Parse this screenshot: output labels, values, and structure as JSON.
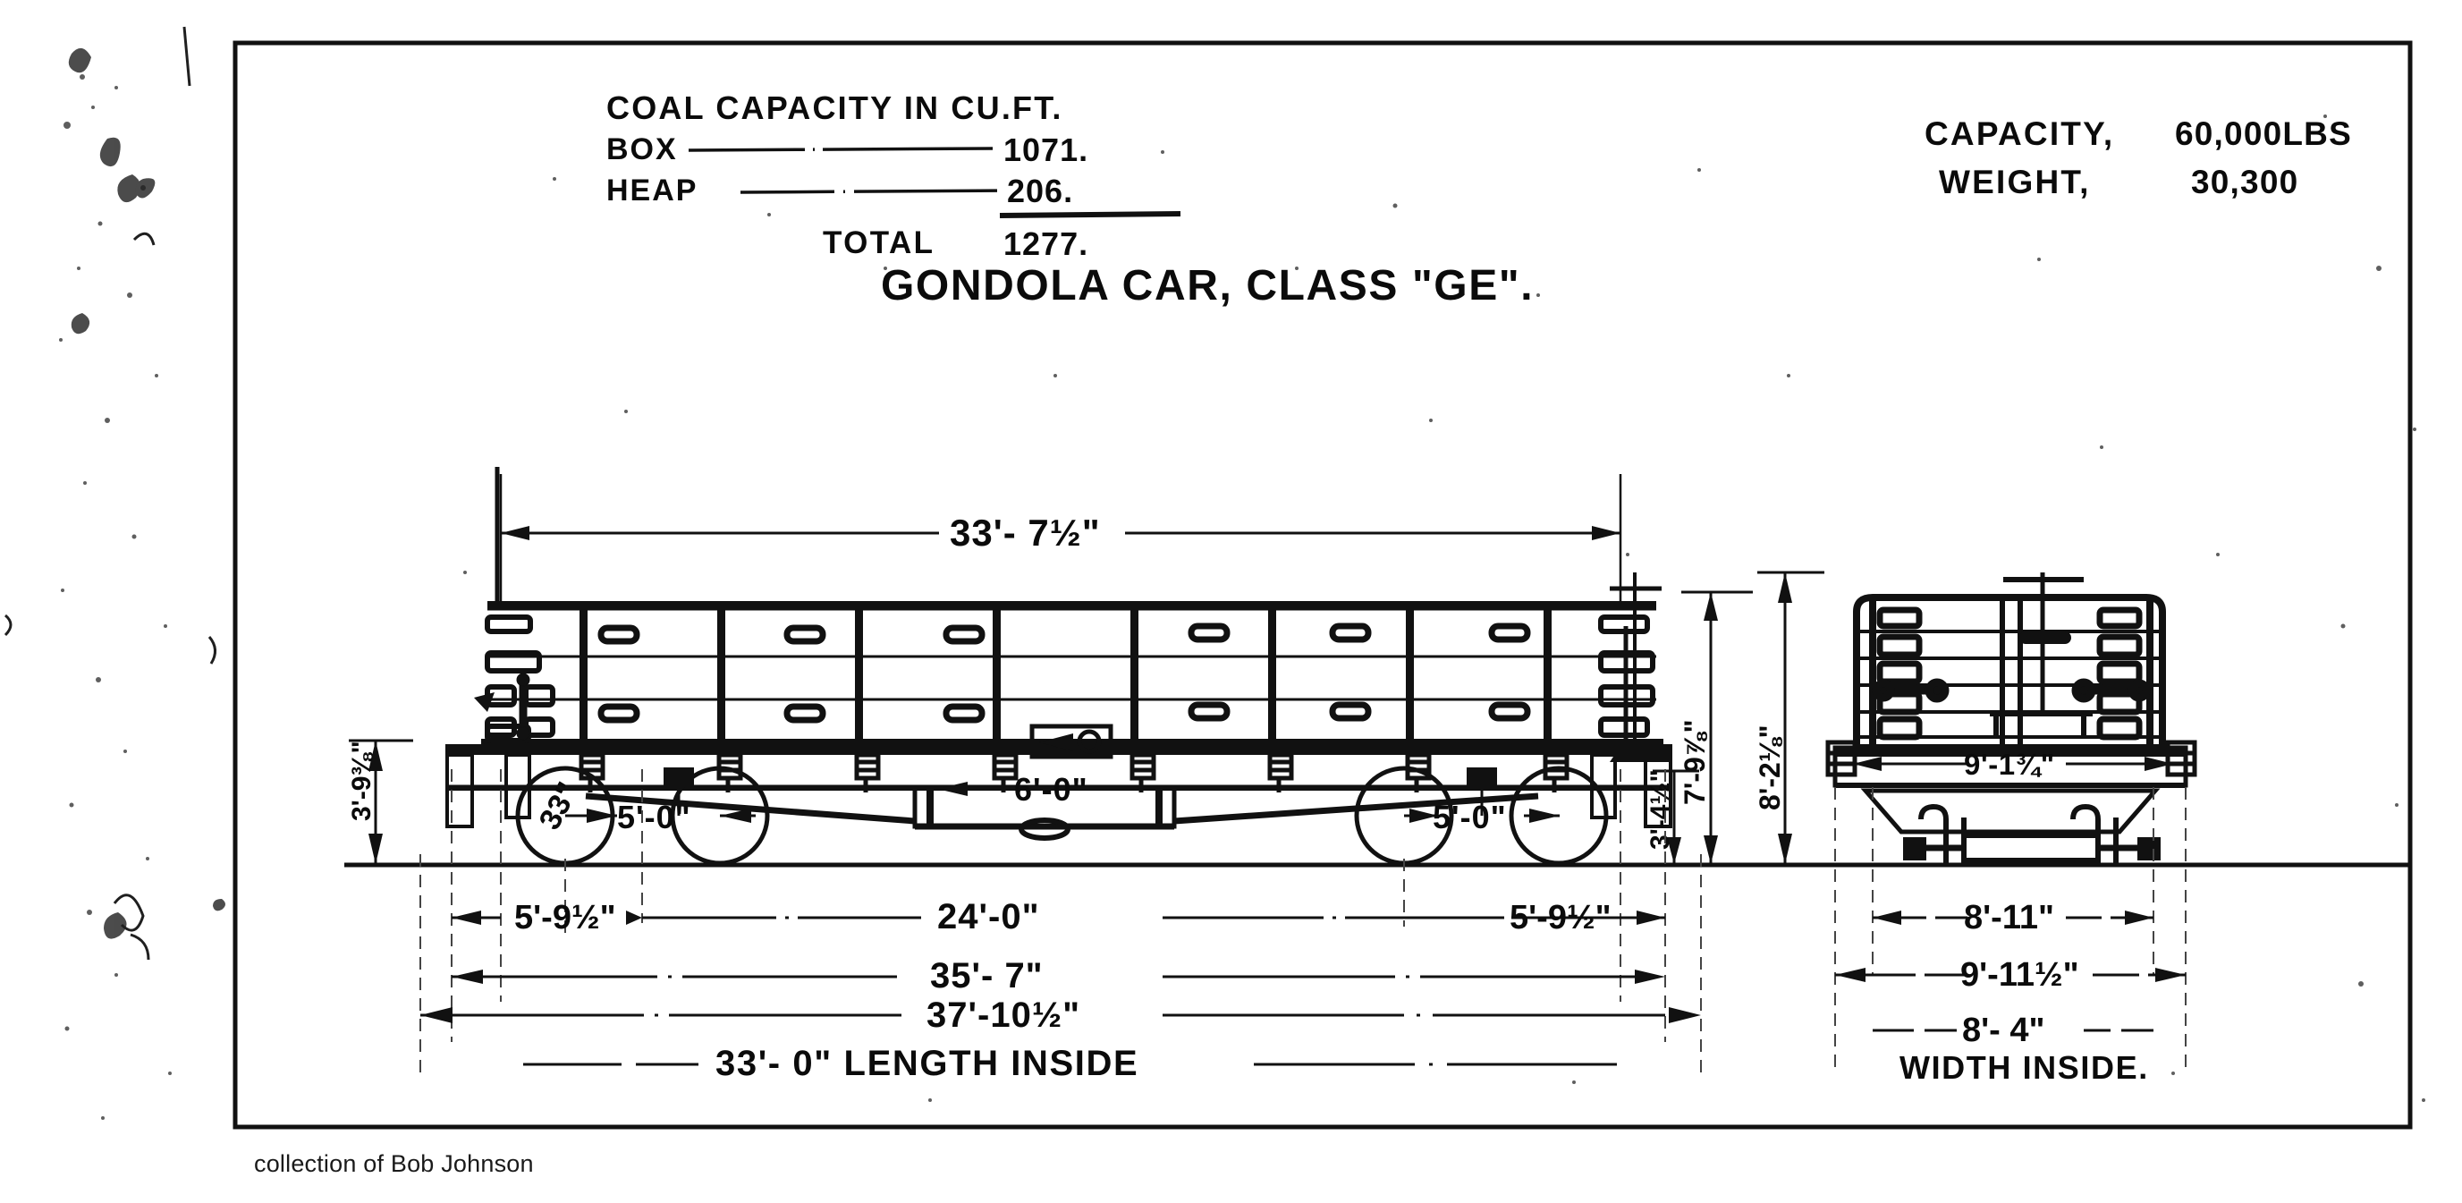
{
  "document": {
    "kind": "engineering-drawing",
    "title": "GONDOLA CAR, CLASS \"GE\".",
    "caption": "collection of Bob Johnson",
    "background_color": "#ffffff",
    "ink_color": "#0b0b0b"
  },
  "coal_capacity": {
    "heading": "COAL CAPACITY IN CU.FT.",
    "rows": [
      {
        "label": "BOX",
        "value": "1071."
      },
      {
        "label": "HEAP",
        "value": "206."
      }
    ],
    "total_label": "TOTAL",
    "total_value": "1277."
  },
  "ratings": {
    "capacity_label": "CAPACITY,",
    "capacity_value": "60,000LBS",
    "weight_label": "WEIGHT,",
    "weight_value": "30,300"
  },
  "dimensions": {
    "top_overall": "33'- 7½\"",
    "truck_center_left": "5'-0\"",
    "truck_center_right": "5'-0\"",
    "wheel_diameter": "33\"",
    "bolster_spacing": "6'-0\"",
    "overhang_left": "5'-9½\"",
    "truck_centers": "24'-0\"",
    "overhang_right": "5'-9½\"",
    "over_end_sills": "35'- 7\"",
    "over_couplers": "37'-10½\"",
    "length_inside": "33'- 0\"  LENGTH  INSIDE",
    "coupler_height": "3'-4½\"",
    "side_height": "3'-9⅜\"",
    "height_to_top_of_side": "7'-9⅞\"",
    "height_overall": "8'-2⅛\"",
    "end_interior_width": "9'-1¾\"",
    "width_over_side_sills": "8'-11\"",
    "width_extreme": "9'-11½\"",
    "width_inside": "8'- 4\"",
    "width_inside_label": "WIDTH INSIDE."
  },
  "views": {
    "side_elevation": {
      "name": "side elevation",
      "stake_count": 9,
      "side_board_rows": 4,
      "pocket_rows": 2
    },
    "end_elevation": {
      "name": "end elevation",
      "board_rows": 5
    }
  }
}
